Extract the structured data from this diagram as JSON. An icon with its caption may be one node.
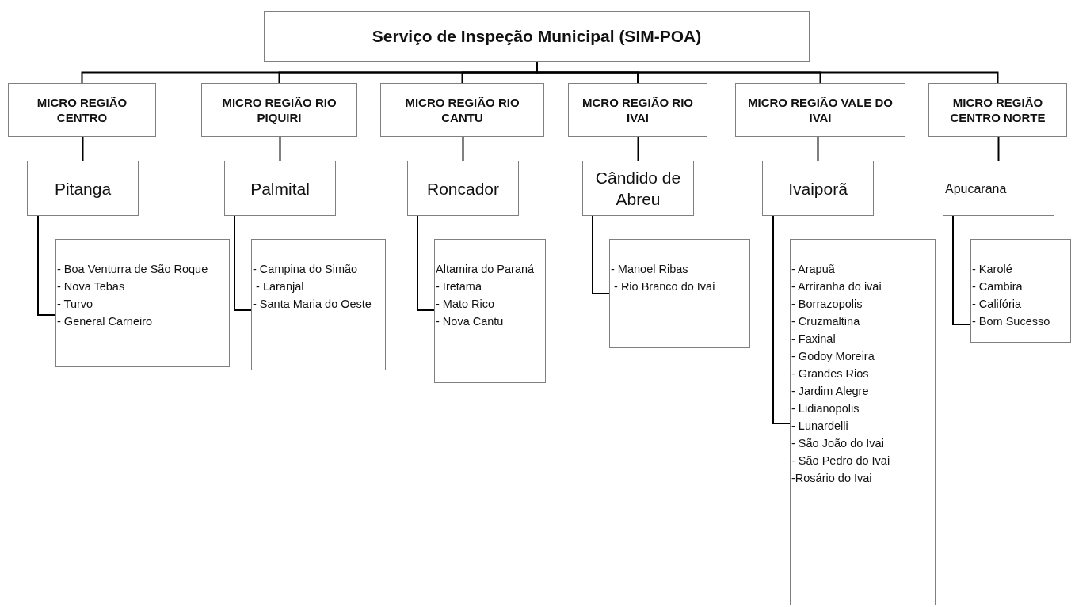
{
  "diagram": {
    "nodes": [
      {
        "text": [
          "Serviço de Inspeção Municipal (SIM-POA)"
        ]
      },
      {
        "text": [
          "MICRO REGIÃO CENTRO"
        ]
      },
      {
        "text": [
          "MICRO REGIÃO RIO PIQUIRI"
        ]
      },
      {
        "text": [
          "MICRO REGIÃO RIO CANTU"
        ]
      },
      {
        "text": [
          "MCRO REGIÃO RIO IVAI"
        ]
      },
      {
        "text": [
          "MICRO REGIÃO VALE DO IVAI"
        ]
      },
      {
        "text": [
          "MICRO REGIÃO CENTRO NORTE"
        ]
      },
      {
        "text": [
          "Pitanga"
        ]
      },
      {
        "text": [
          "Palmital"
        ]
      },
      {
        "text": [
          "Roncador"
        ]
      },
      {
        "text": [
          "Cândido de Abreu"
        ]
      },
      {
        "text": [
          "Ivaiporã"
        ]
      },
      {
        "text": [
          "Apucarana"
        ]
      },
      {
        "text": [
          "- Boa Venturra de São Roque",
          "- Nova Tebas",
          "- Turvo",
          "- General Carneiro"
        ]
      },
      {
        "text": [
          "- Campina do Simão",
          " - Laranjal",
          "- Santa Maria do Oeste"
        ]
      },
      {
        "text": [
          "Altamira do Paraná",
          "- Iretama",
          "- Mato Rico",
          "- Nova Cantu"
        ]
      },
      {
        "text": [
          "- Manoel Ribas",
          " - Rio Branco do Ivai"
        ]
      },
      {
        "text": [
          "- Arapuã",
          "- Arriranha do ivai",
          "- Borrazopolis",
          "- Cruzmaltina",
          "- Faxinal",
          "- Godoy Moreira",
          "- Grandes Rios",
          "- Jardim Alegre",
          "- Lidianopolis",
          "- Lunardelli",
          "- São João do Ivai",
          "- São Pedro do Ivai",
          "-Rosário do Ivai"
        ]
      },
      {
        "text": [
          "- Karolé",
          "- Cambira",
          "- Califória",
          "- Bom Sucesso"
        ]
      }
    ],
    "edges": [
      {
        "from": 0,
        "to": 1,
        "arrow": "none"
      },
      {
        "from": 0,
        "to": 2,
        "arrow": "none"
      },
      {
        "from": 0,
        "to": 3,
        "arrow": "none"
      },
      {
        "from": 0,
        "to": 4,
        "arrow": "none"
      },
      {
        "from": 0,
        "to": 5,
        "arrow": "none"
      },
      {
        "from": 0,
        "to": 6,
        "arrow": "none"
      },
      {
        "from": 1,
        "to": 7,
        "arrow": "none"
      },
      {
        "from": 2,
        "to": 8,
        "arrow": "none"
      },
      {
        "from": 3,
        "to": 9,
        "arrow": "none"
      },
      {
        "from": 4,
        "to": 10,
        "arrow": "none"
      },
      {
        "from": 5,
        "to": 11,
        "arrow": "none"
      },
      {
        "from": 6,
        "to": 12,
        "arrow": "none"
      },
      {
        "from": 7,
        "to": 13,
        "arrow": "none"
      },
      {
        "from": 8,
        "to": 14,
        "arrow": "none"
      },
      {
        "from": 9,
        "to": 15,
        "arrow": "none"
      },
      {
        "from": 10,
        "to": 16,
        "arrow": "none"
      },
      {
        "from": 11,
        "to": 17,
        "arrow": "none"
      },
      {
        "from": 12,
        "to": 18,
        "arrow": "none"
      }
    ]
  }
}
